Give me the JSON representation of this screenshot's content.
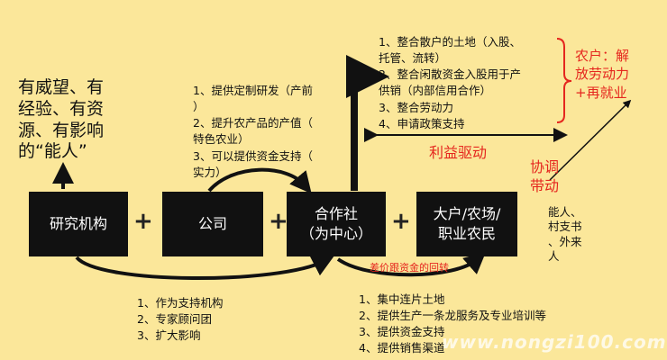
{
  "left_note": {
    "lines": [
      "有威望、有",
      "经验、有资",
      "源、有影响",
      "的“能人”"
    ]
  },
  "boxes": {
    "research": "研究机构",
    "company": "公司",
    "coop": [
      "合作社",
      "（为中心）"
    ],
    "farmer": [
      "大户/农场/",
      "职业农民"
    ]
  },
  "company_notes": [
    "1、提供定制研发（产前",
    "）",
    "2、提升农产品的产值（",
    "特色农业）",
    "3、可以提供资金支持（",
    "实力）"
  ],
  "coop_top_notes": [
    "1、整合散户的土地（入股、",
    "托管、流转）",
    "2、整合闲散资金入股用于产",
    "供销（内部信用合作）",
    "3、整合劳动力",
    "4、申请政策支持"
  ],
  "farmer_right": [
    "农户：解",
    "放劳动力",
    "+再就业"
  ],
  "benefit_label": "利益驱动",
  "coordinate_label": [
    "协调",
    "带动"
  ],
  "capable_notes": [
    "能人、",
    "村支书",
    "、外来",
    "人"
  ],
  "price_diff_label": "差价跟资金的回转",
  "research_notes": [
    "1、作为支持机构",
    "2、专家顾问团",
    "3、扩大影响"
  ],
  "coop_bottom_notes": [
    "1、集中连片土地",
    "2、提供生产一条龙服务及专业培训等",
    "3、提供资金支持",
    "4、提供销售渠道"
  ],
  "watermark": "www.nongzi100.com",
  "plus_sign": "+",
  "colors": {
    "background": "#fbe79a",
    "box": "#111111",
    "accent_red": "#e5261e"
  }
}
